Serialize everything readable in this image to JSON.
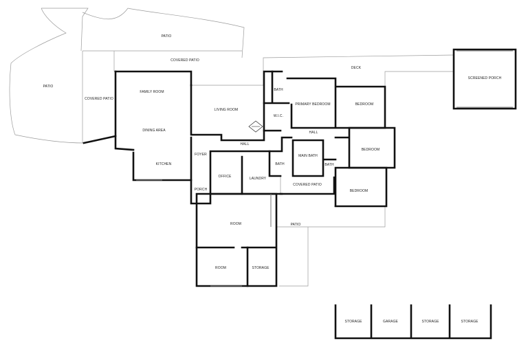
{
  "rooms": {
    "patio_west": "PATIO",
    "patio_top": "PATIO",
    "covered_patio_west": "COVERED PATIO",
    "covered_patio_top": "COVERED PATIO",
    "family_room": "FAMILY ROOM",
    "dining_area": "DINING AREA",
    "kitchen": "KITCHEN",
    "living_room": "LIVING ROOM",
    "bath_primary": "BATH",
    "primary_bedroom": "PRIMARY BEDROOM",
    "wic": "W.I.C.",
    "deck": "DECK",
    "screened_porch": "SCREENED PORCH",
    "bedroom_ne": "BEDROOM",
    "hall_east": "HALL",
    "hall_center": "HALL",
    "foyer": "FOYER",
    "office": "OFFICE",
    "laundry": "LAUNDRY",
    "bath_small": "BATH",
    "main_bath": "MAIN BATH",
    "bath_east": "BATH",
    "bedroom_east": "BEDROOM",
    "bedroom_se": "BEDROOM",
    "covered_patio_center": "COVERED PATIO",
    "porch": "PORCH",
    "room": "ROOM",
    "patio_south": "PATIO",
    "room_south": "ROOM",
    "storage_south": "STORAGE",
    "storage_1": "STORAGE",
    "garage": "GARAGE",
    "storage_2": "STORAGE",
    "storage_3": "STORAGE"
  },
  "colors": {
    "wall": "#111111",
    "thin_line": "#9a9a9a",
    "window": "#777777"
  }
}
